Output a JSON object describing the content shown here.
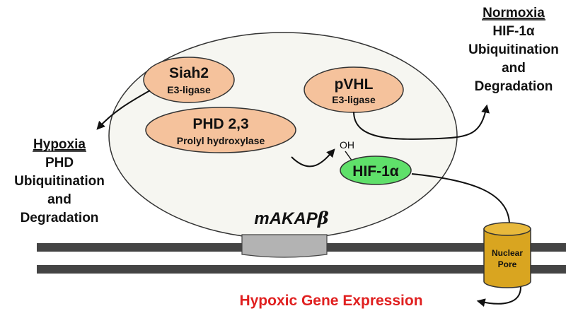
{
  "scaffold": {
    "label_prefix": "mAKAP",
    "label_symbol": "β"
  },
  "siah2": {
    "name": "Siah2",
    "role": "E3-ligase"
  },
  "pvhl": {
    "name": "pVHL",
    "role": "E3-ligase"
  },
  "phd": {
    "name": "PHD 2,3",
    "role": "Prolyl hydroxylase"
  },
  "hydroxyl": "OH",
  "hif": "HIF-1α",
  "nuclear_pore": {
    "line1": "Nuclear",
    "line2": "Pore"
  },
  "normoxia": {
    "heading": "Normoxia",
    "lines": [
      "HIF-1α",
      "Ubiquitination",
      "and",
      "Degradation"
    ]
  },
  "hypoxia": {
    "heading": "Hypoxia",
    "lines": [
      "PHD",
      "Ubiquitination",
      "and",
      "Degradation"
    ]
  },
  "gene_expression": "Hypoxic Gene Expression",
  "colors": {
    "enzyme_fill": "#f5c29c",
    "hif_fill": "#5fe06a",
    "pore_fill": "#d9a520",
    "membrane": "#444444",
    "anchor": "#b3b3b3",
    "scaffold_fill": "#f6f6f1",
    "gene_text": "#e02020"
  }
}
